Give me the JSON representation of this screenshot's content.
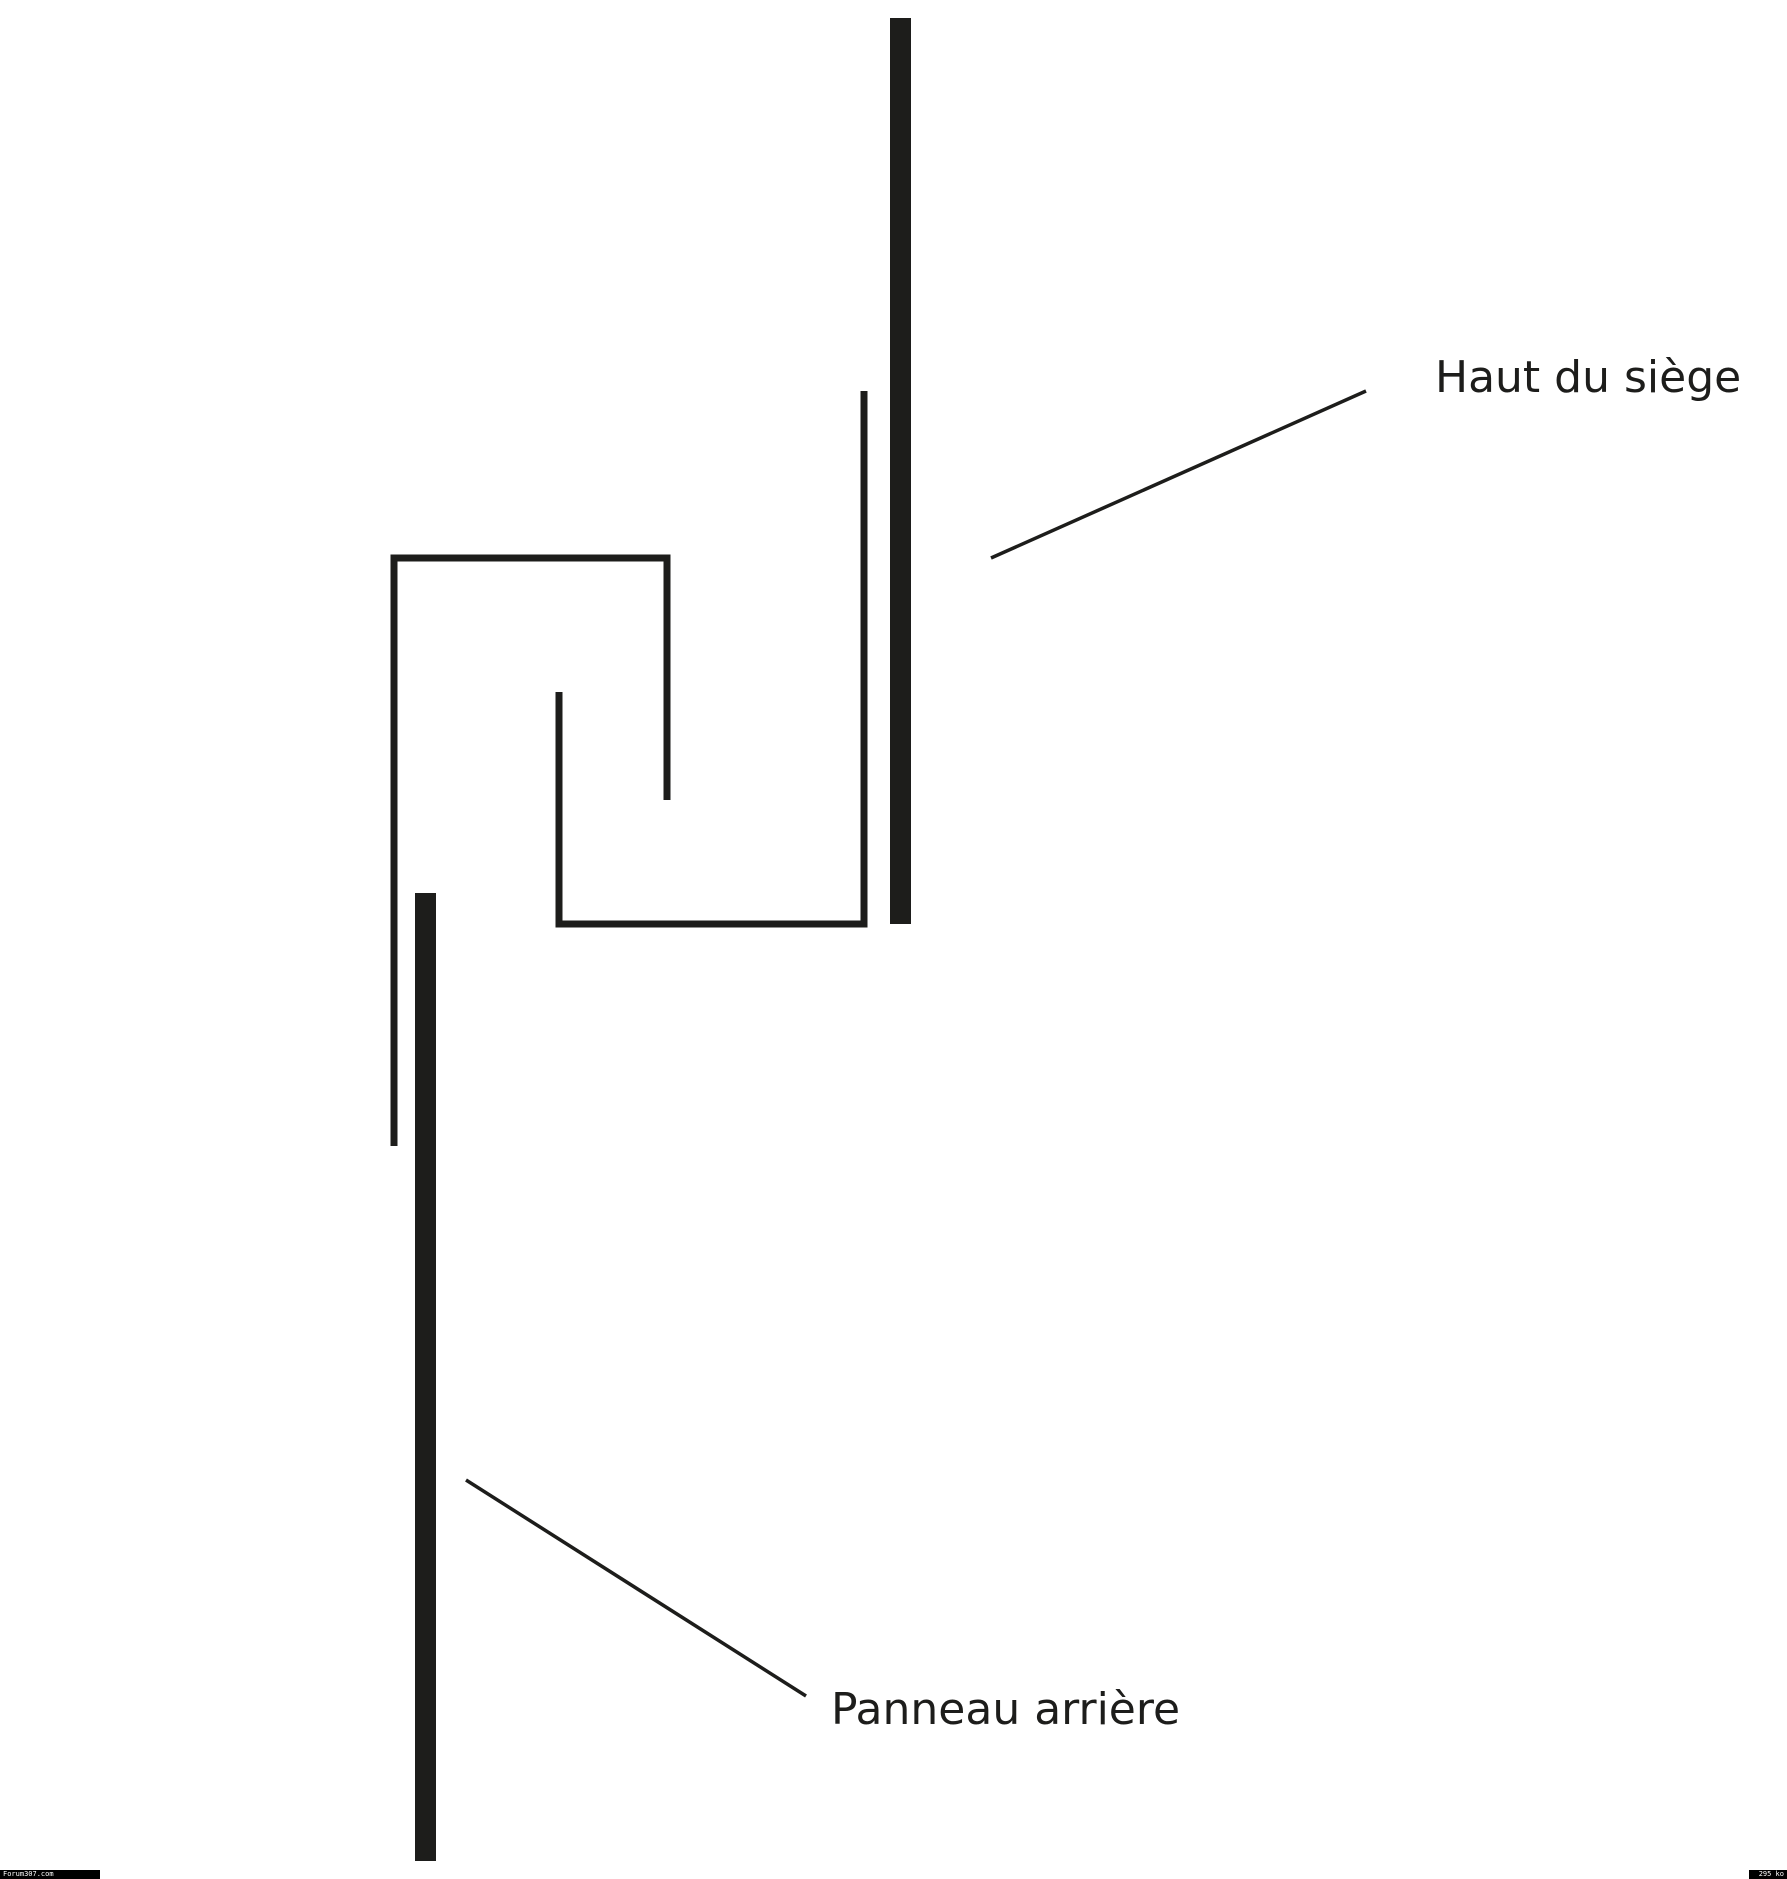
{
  "labels": {
    "top": "Haut du siège",
    "bottom": "Panneau arrière"
  },
  "footer": {
    "left": "Forum307.com",
    "right": "295 ko"
  },
  "colors": {
    "stroke": "#1d1d1b",
    "background": "#ffffff"
  }
}
